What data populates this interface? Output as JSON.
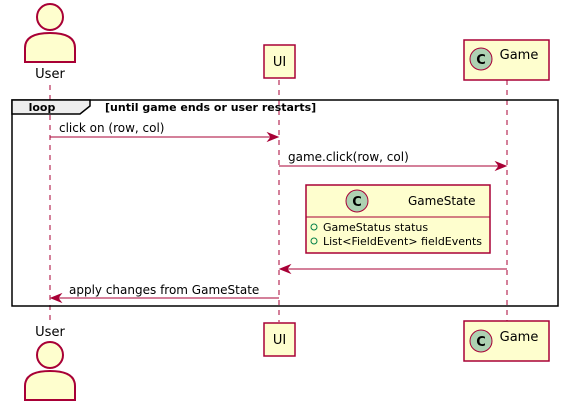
{
  "colors": {
    "participant_fill": "#FEFECE",
    "participant_border": "#A80036",
    "arrow": "#A80036",
    "lifeline": "#A80036",
    "class_badge_fill": "#ADD1B2",
    "loop_border": "#000000",
    "loop_tab_fill": "#EEEEEE"
  },
  "participants": {
    "user": {
      "label": "User",
      "icon": "actor-stick-figure"
    },
    "ui": {
      "label": "UI"
    },
    "game": {
      "label": "Game",
      "badge": "C",
      "icon": "class-badge"
    }
  },
  "loop": {
    "keyword": "loop",
    "condition": "[until game ends or user restarts]"
  },
  "messages": [
    {
      "from": "User",
      "to": "UI",
      "label": "click on (row, col)"
    },
    {
      "from": "UI",
      "to": "Game",
      "label": "game.click(row, col)"
    },
    {
      "from": "Game",
      "to": "UI",
      "label": ""
    },
    {
      "from": "UI",
      "to": "User",
      "label": "apply changes from GameState"
    }
  ],
  "note_class": {
    "badge": "C",
    "name": "GameState",
    "fields": [
      "GameStatus status",
      "List<FieldEvent> fieldEvents"
    ]
  }
}
